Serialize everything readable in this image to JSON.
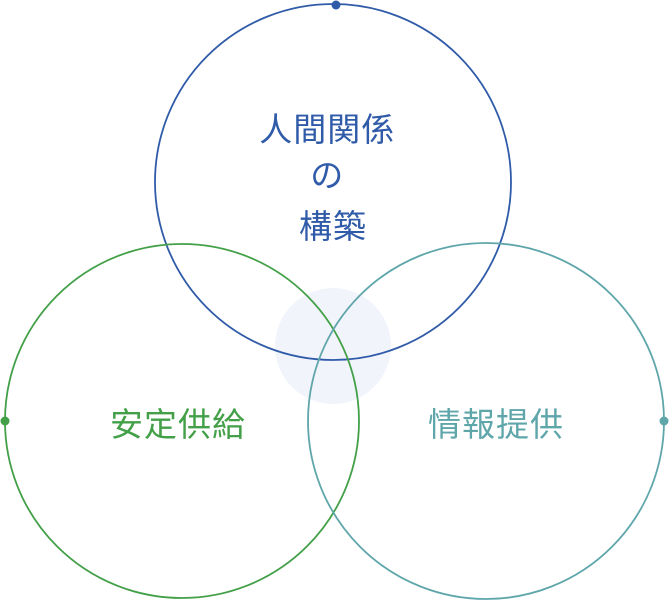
{
  "diagram": {
    "center_highlight_color": "#f2f4fb",
    "circles": [
      {
        "key": "top",
        "lines": [
          "人間関係",
          "の",
          "構築"
        ],
        "color": "#2f5ba8"
      },
      {
        "key": "left",
        "lines": [
          "安定供給"
        ],
        "color": "#43a048"
      },
      {
        "key": "right",
        "lines": [
          "情報提供"
        ],
        "color": "#5fa6aa"
      }
    ]
  }
}
